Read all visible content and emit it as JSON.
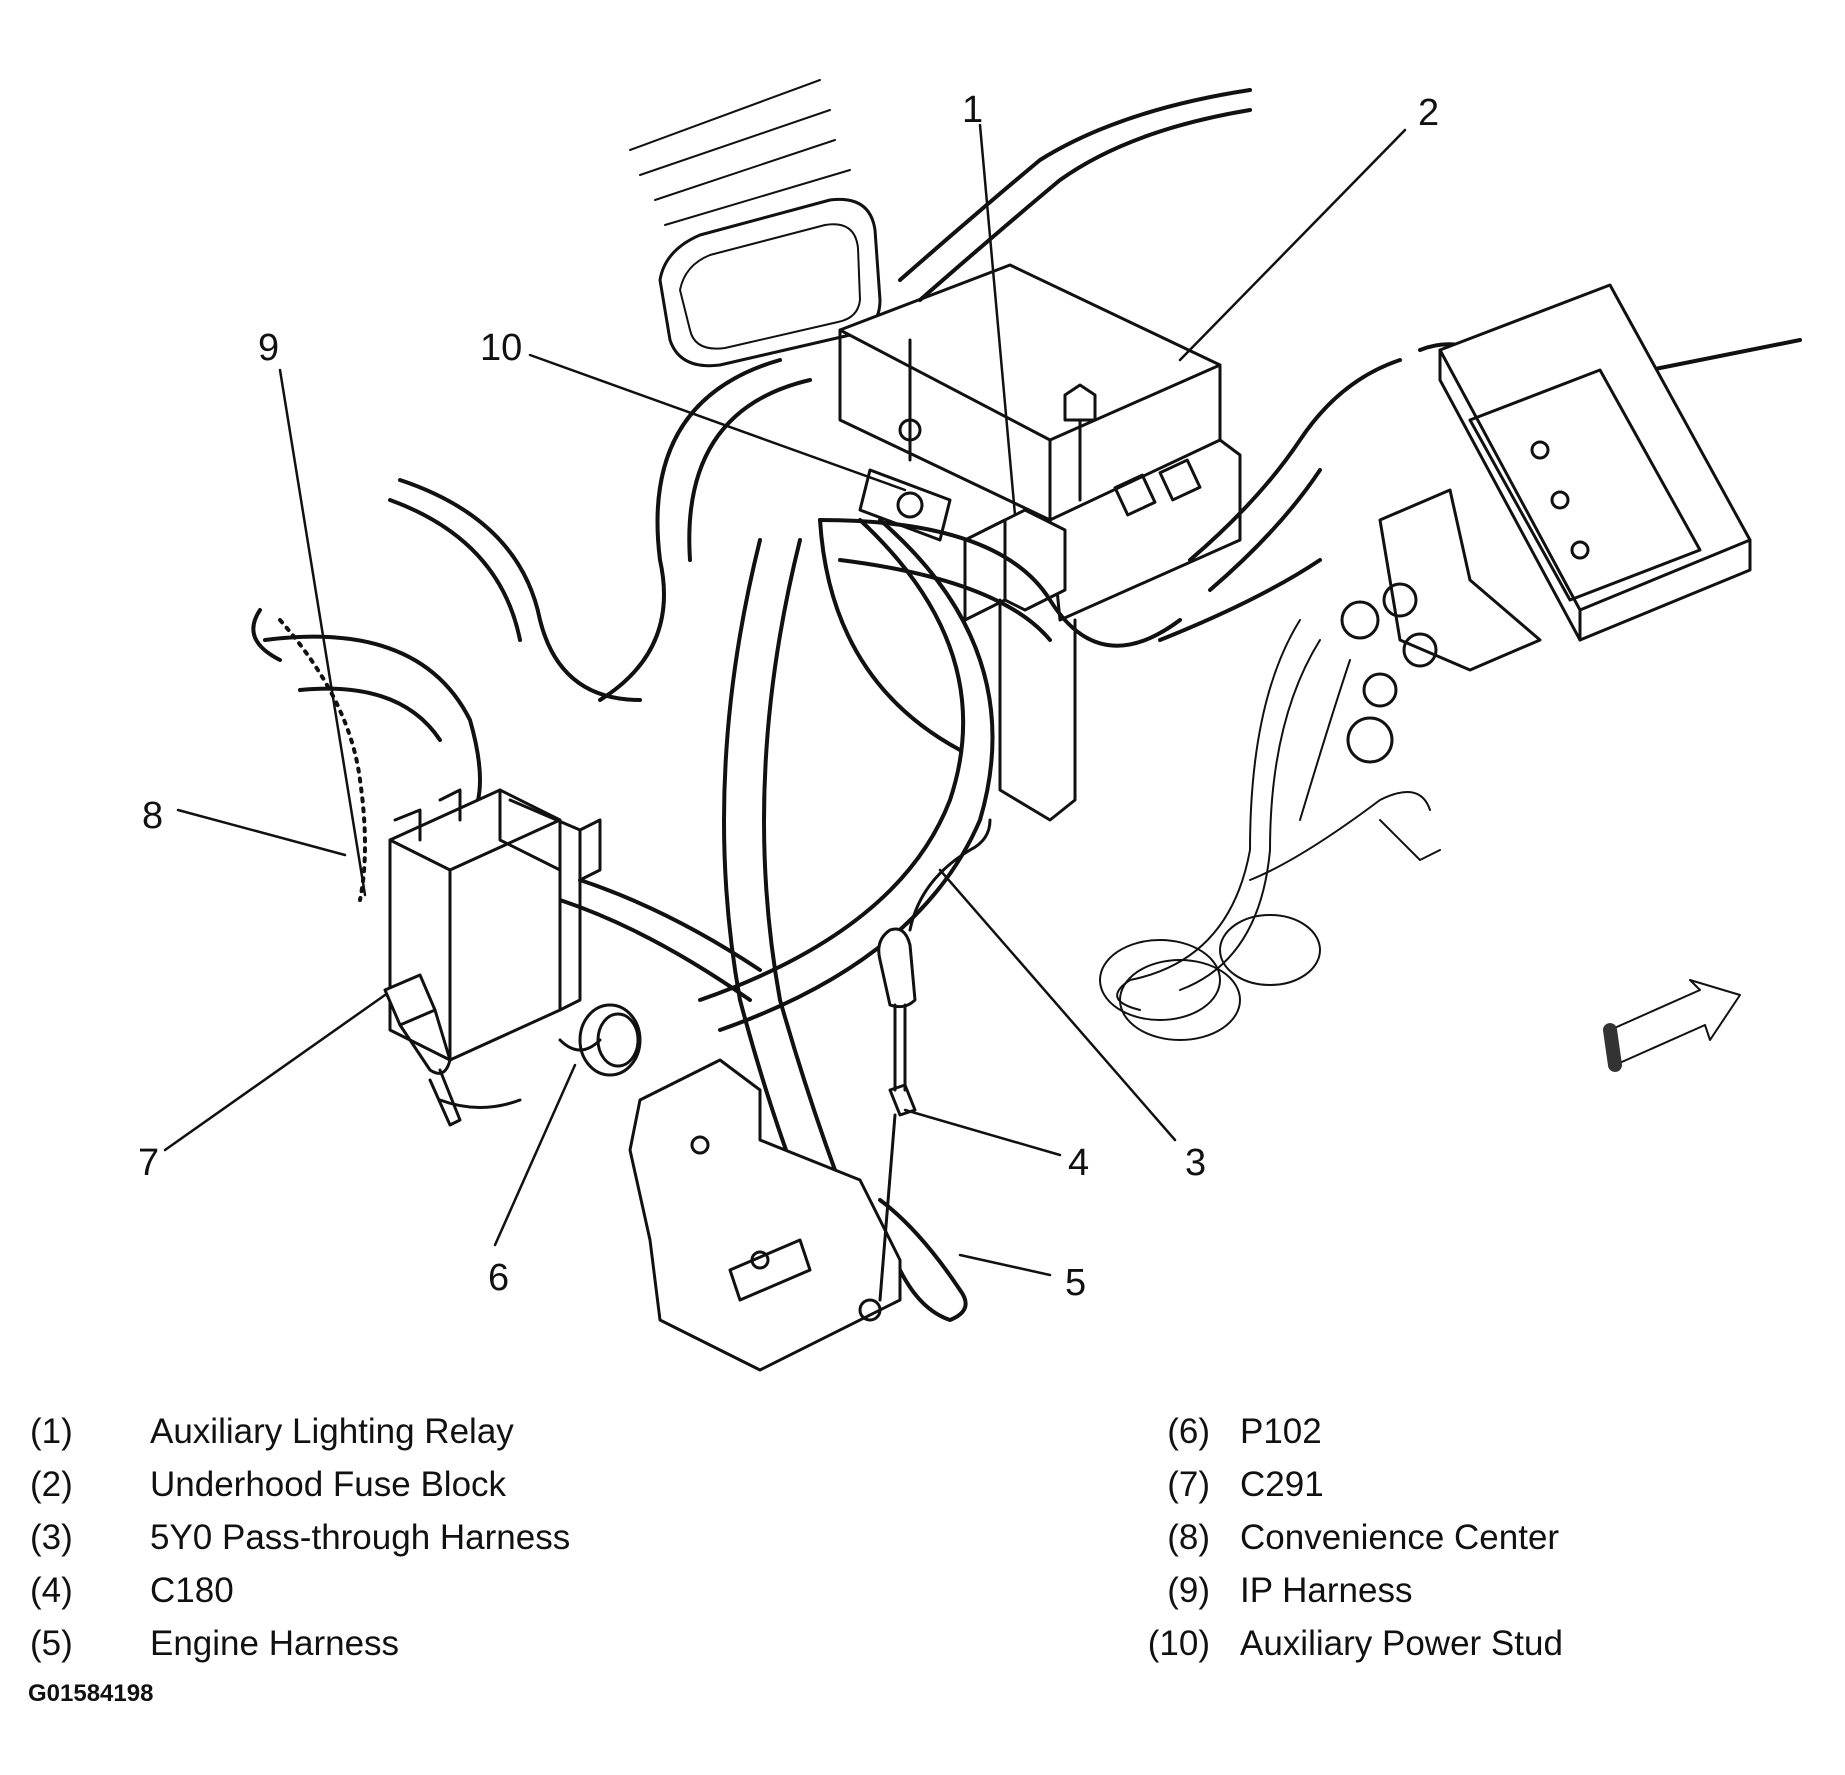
{
  "callouts": [
    "1",
    "2",
    "3",
    "4",
    "5",
    "6",
    "7",
    "8",
    "9",
    "10"
  ],
  "legend": [
    {
      "num": "(1)",
      "text": "Auxiliary Lighting Relay"
    },
    {
      "num": "(2)",
      "text": "Underhood Fuse Block"
    },
    {
      "num": "(3)",
      "text": "5Y0 Pass-through Harness"
    },
    {
      "num": "(4)",
      "text": "C180"
    },
    {
      "num": "(5)",
      "text": "Engine Harness"
    },
    {
      "num": "(6)",
      "text": "P102"
    },
    {
      "num": "(7)",
      "text": "C291"
    },
    {
      "num": "(8)",
      "text": "Convenience Center"
    },
    {
      "num": "(9)",
      "text": "IP Harness"
    },
    {
      "num": "(10)",
      "text": "Auxiliary Power Stud"
    }
  ],
  "figure_id": "G01584198"
}
